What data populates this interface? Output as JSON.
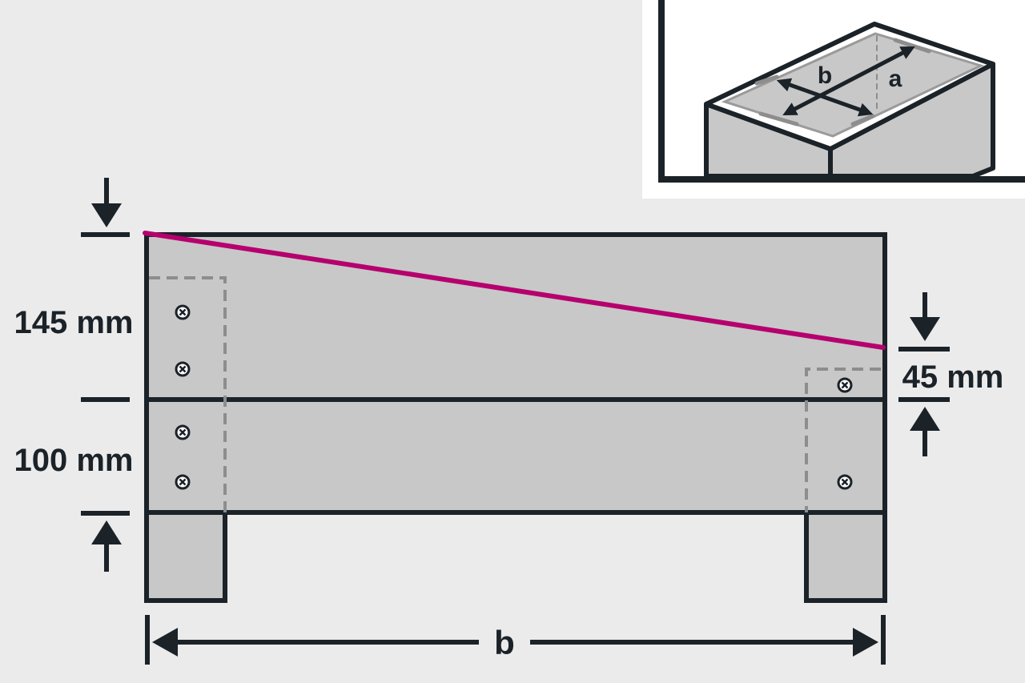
{
  "labels": {
    "top_height": "145 mm",
    "bottom_height": "100 mm",
    "right_gap": "45 mm",
    "width": "b"
  },
  "inset_labels": {
    "a": "a",
    "b": "b"
  },
  "colors": {
    "background": "#ebebeb",
    "board_fill": "#c8c8c8",
    "outline": "#1b2228",
    "slope_line": "#b5006e",
    "hidden_edges": "#8d8d8d",
    "inset_background": "#ffffff"
  }
}
